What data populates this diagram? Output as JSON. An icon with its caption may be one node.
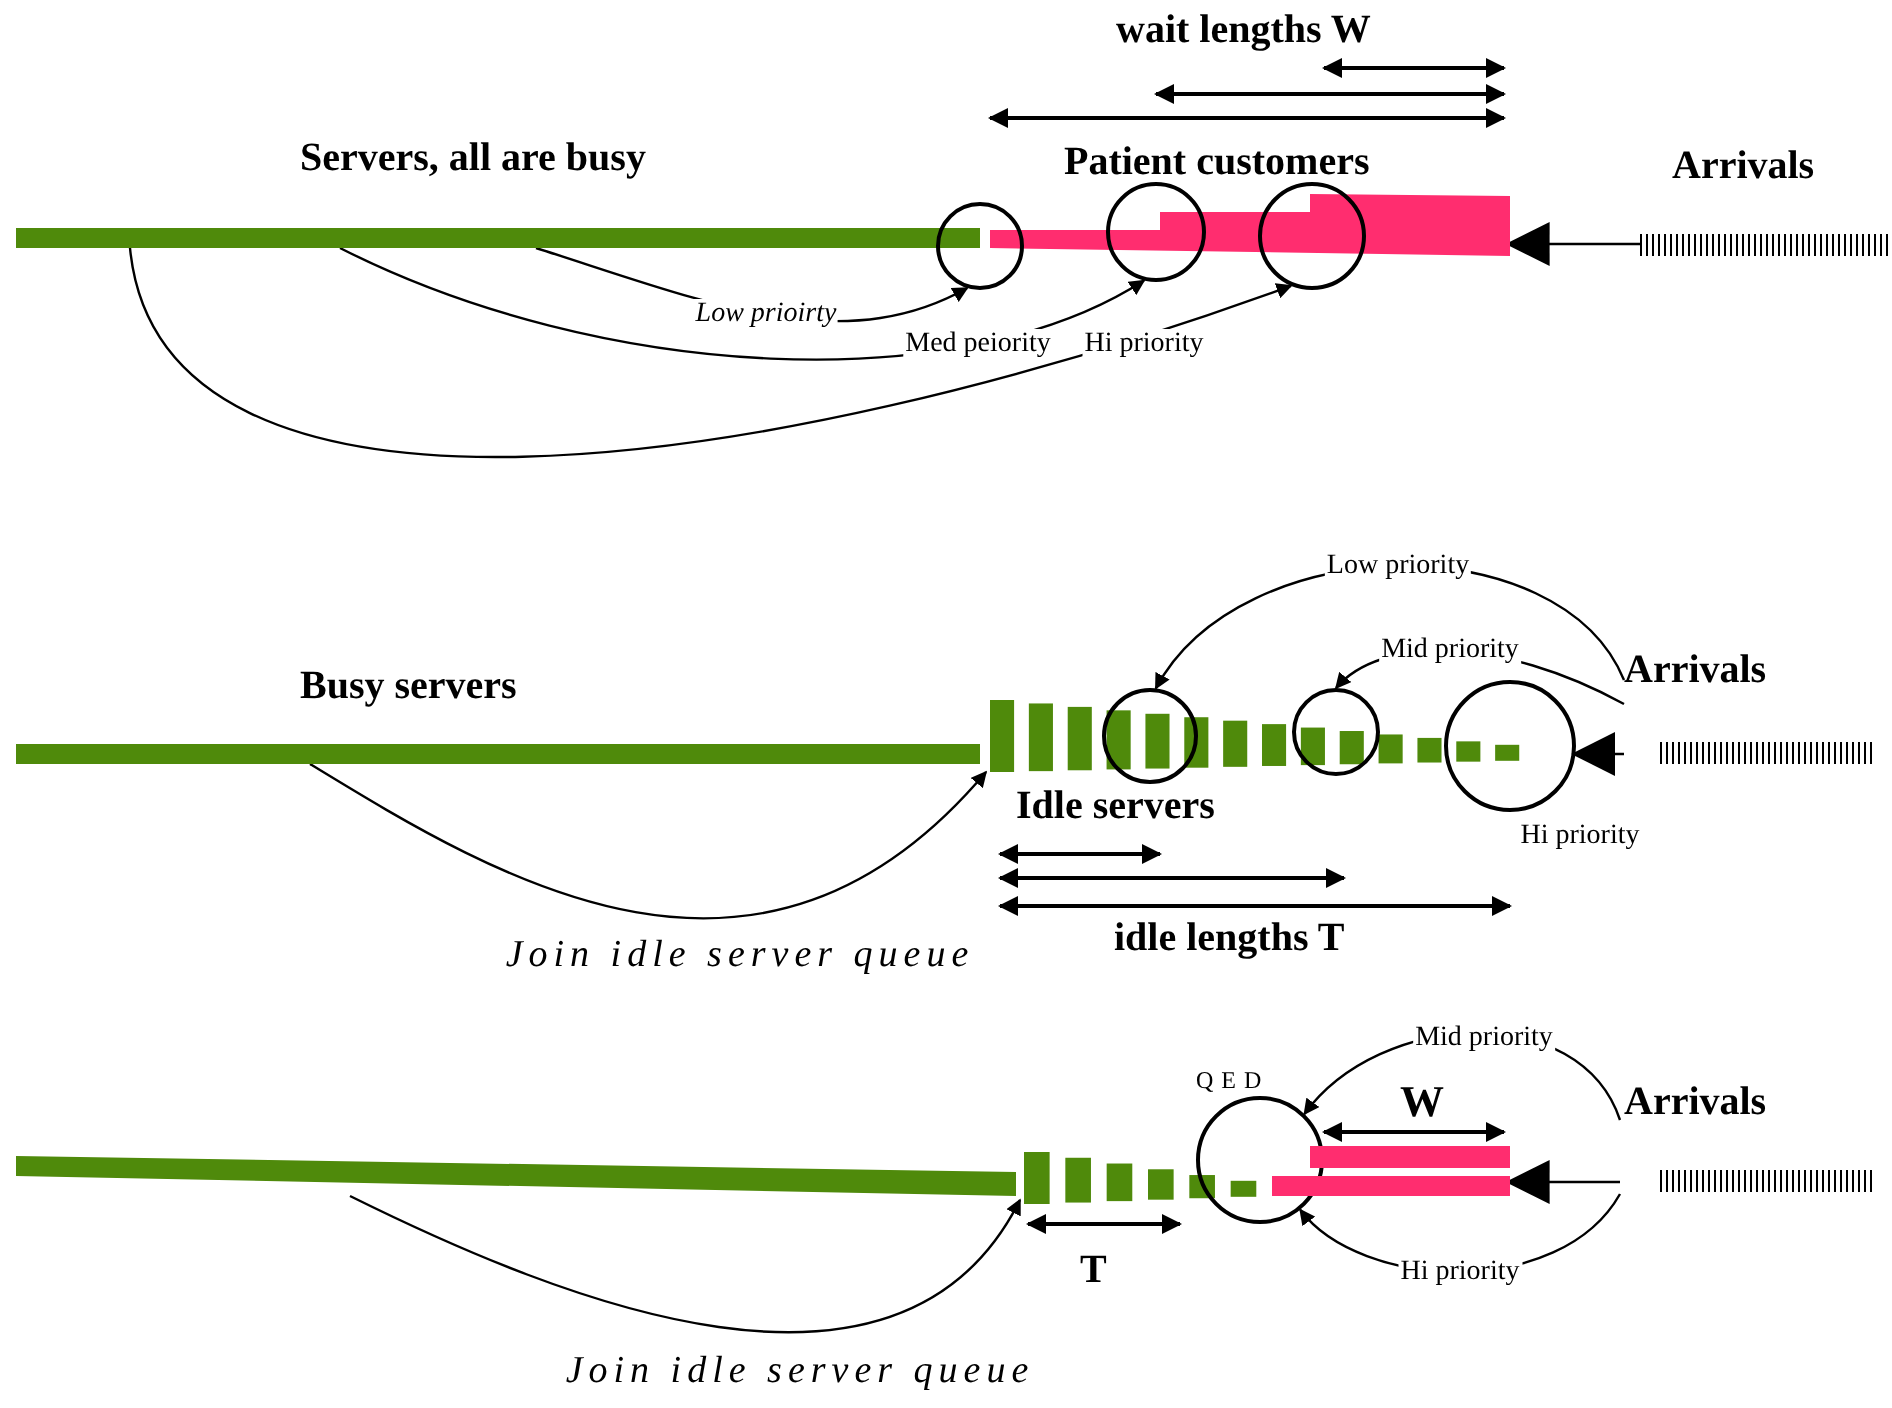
{
  "diagram": {
    "nodes": [
      {
        "text": [
          "Servers, all are busy"
        ]
      },
      {
        "text": [
          "Patient customers"
        ]
      },
      {
        "text": [],
        "shape": "circle"
      },
      {
        "text": [],
        "shape": "circle"
      },
      {
        "text": [],
        "shape": "circle"
      },
      {
        "text": [
          "Arrivals"
        ]
      },
      {
        "text": [
          "Busy servers"
        ]
      },
      {
        "text": [
          "Idle servers"
        ]
      },
      {
        "text": [],
        "shape": "circle"
      },
      {
        "text": [],
        "shape": "circle"
      },
      {
        "text": [],
        "shape": "circle"
      },
      {
        "text": [
          "Arrivals"
        ]
      },
      {
        "text": [],
        "shape": "bar"
      },
      {
        "text": [],
        "shape": "bar"
      },
      {
        "text": [
          "QED"
        ]
      },
      {
        "text": [],
        "shape": "bar"
      },
      {
        "text": [],
        "shape": "bar"
      },
      {
        "text": [
          "Arrivals"
        ]
      }
    ],
    "edges": [
      {
        "from": 0,
        "to": 2,
        "arrow": "to",
        "label": "Low prioirty"
      },
      {
        "from": 0,
        "to": 3,
        "arrow": "to",
        "label": "Med peiority"
      },
      {
        "from": 0,
        "to": 4,
        "arrow": "to",
        "label": "Hi priority"
      },
      {
        "from": 5,
        "to": 1,
        "arrow": "to"
      },
      {
        "from": 6,
        "to": 7,
        "arrow": "to",
        "label": "Join idle server queue"
      },
      {
        "from": 11,
        "to": 8,
        "arrow": "to",
        "label": "Low priority"
      },
      {
        "from": 11,
        "to": 9,
        "arrow": "to",
        "label": "Mid priority"
      },
      {
        "from": 11,
        "to": 10,
        "arrow": "to",
        "label": "Hi priority"
      },
      {
        "from": 12,
        "to": 13,
        "arrow": "to",
        "label": "Join idle server queue"
      },
      {
        "from": 17,
        "to": 14,
        "arrow": "to",
        "label": "Mid priority"
      },
      {
        "from": 17,
        "to": 14,
        "arrow": "to",
        "label": "Hi priority"
      },
      {
        "from": 17,
        "to": 16,
        "arrow": "to"
      }
    ],
    "labels": [
      "wait lengths W",
      "idle lengths T",
      "W",
      "T"
    ]
  }
}
